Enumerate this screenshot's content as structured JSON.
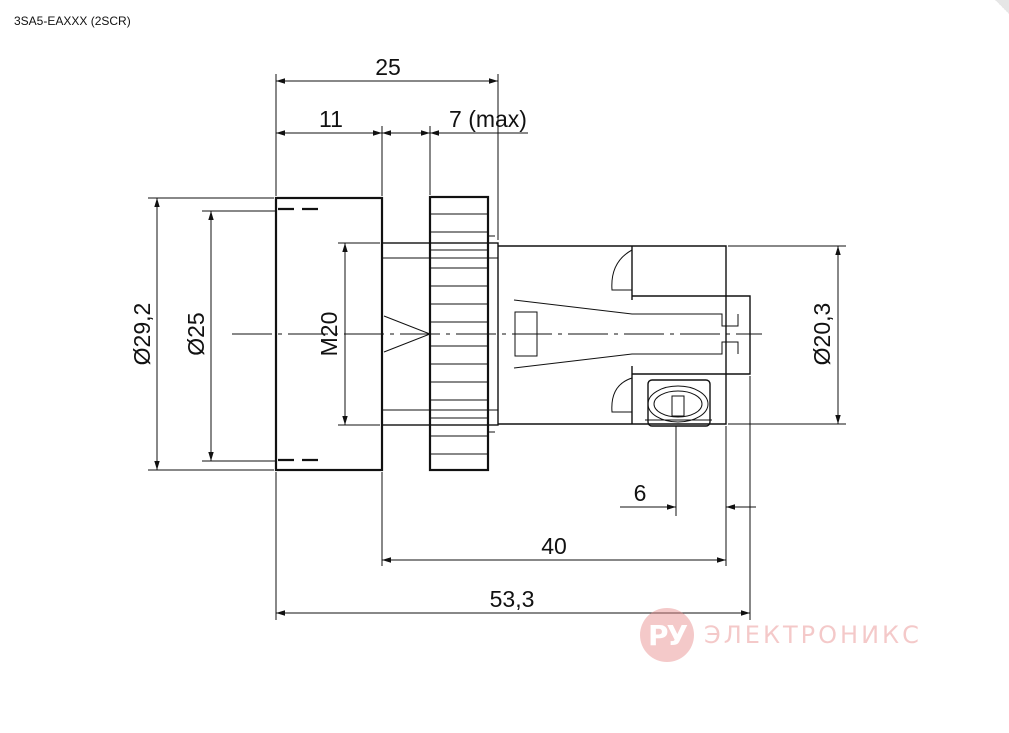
{
  "title": "3SA5-EAXXX (2SCR)",
  "dimensions": {
    "overall_front": "25",
    "head_depth": "11",
    "nut_thickness": "7 (max)",
    "head_diameter": "Ø29,2",
    "bezel_diameter": "Ø25",
    "thread": "M20",
    "body_diameter": "Ø20,3",
    "terminal_offset": "6",
    "rear_length": "40",
    "overall_length": "53,3"
  },
  "watermark": {
    "badge": "РУ",
    "text": "ЭЛЕКТРОНИКС",
    "color": "#e88a8a"
  }
}
